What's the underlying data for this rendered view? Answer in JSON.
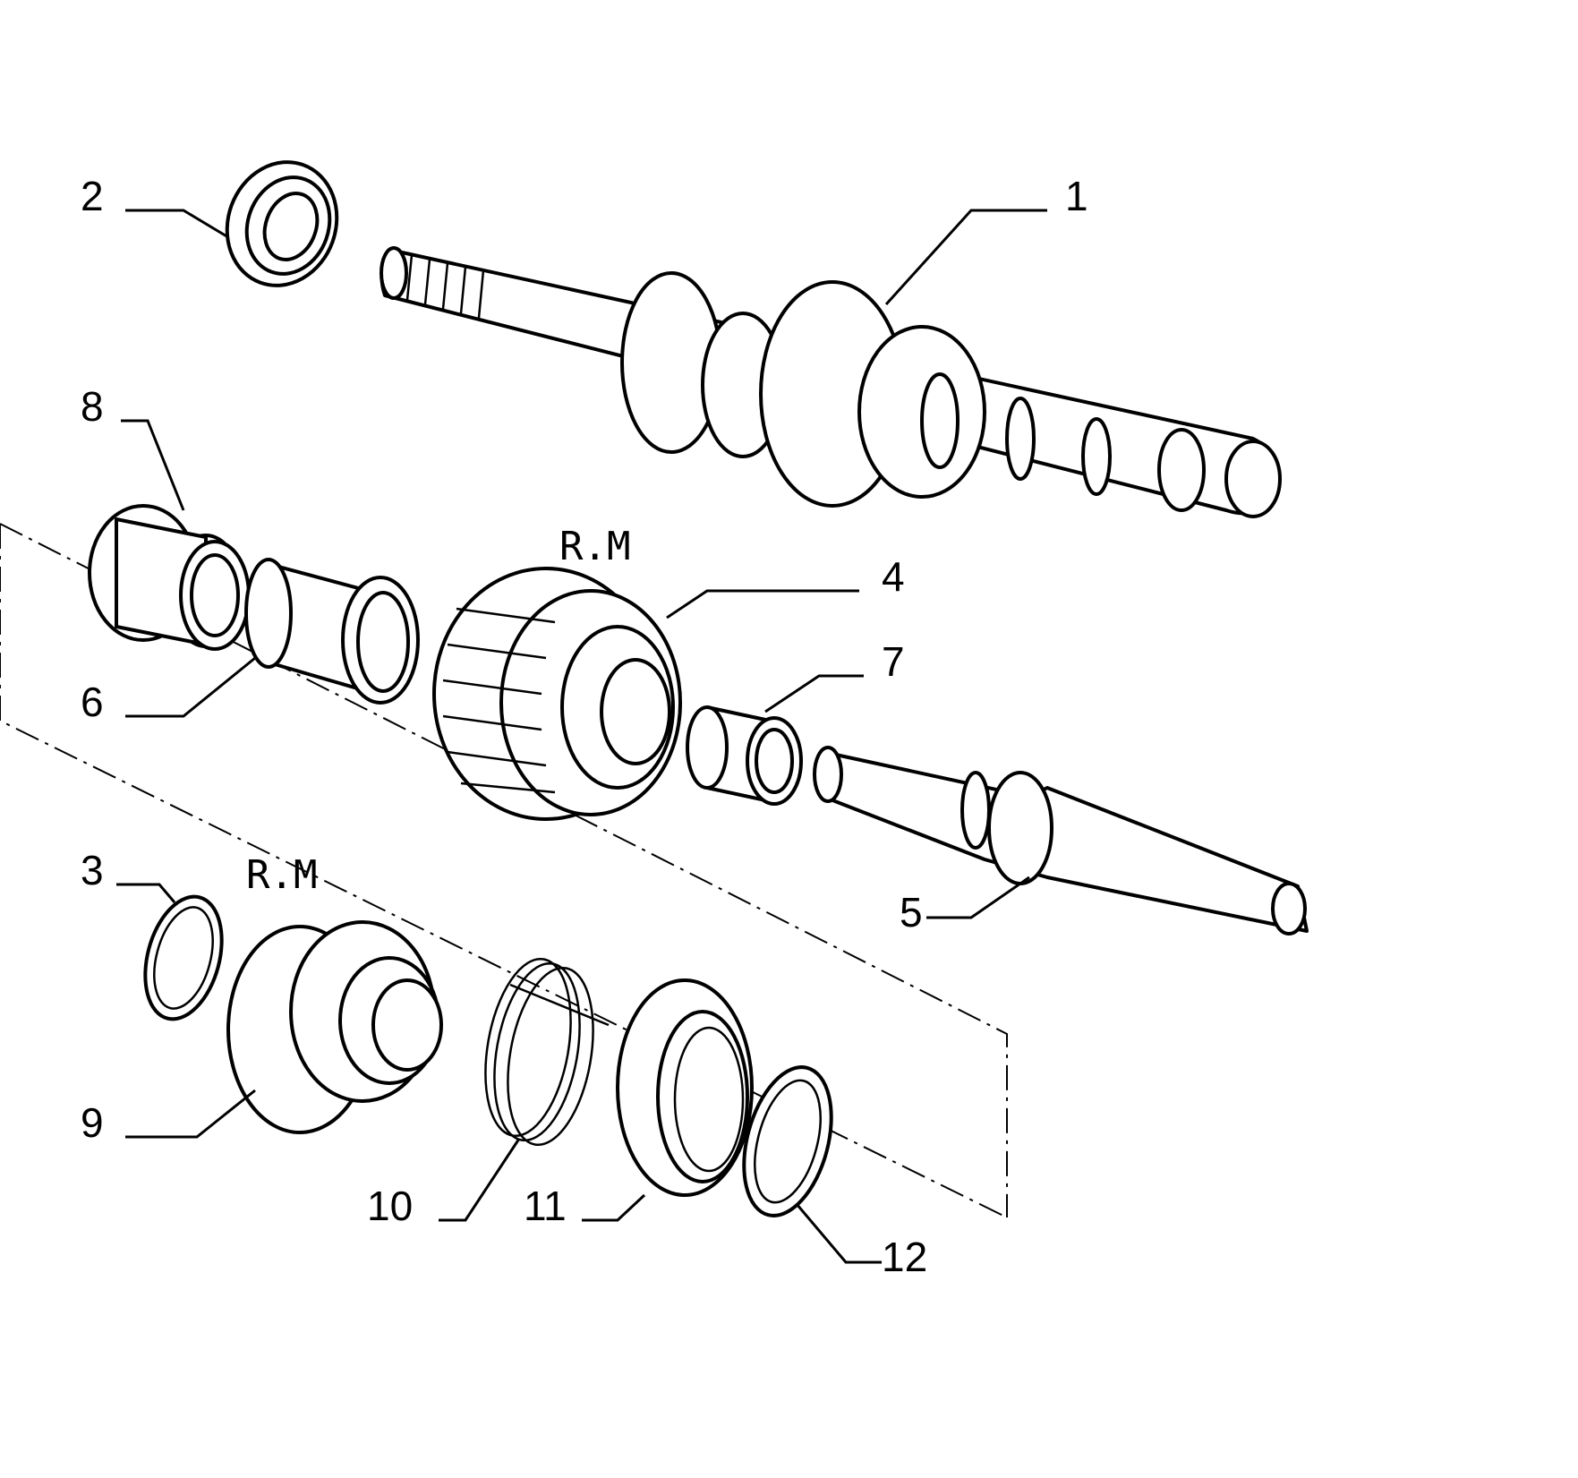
{
  "diagram": {
    "callouts": [
      {
        "id": "1",
        "label": "1"
      },
      {
        "id": "2",
        "label": "2"
      },
      {
        "id": "3",
        "label": "3"
      },
      {
        "id": "4",
        "label": "4"
      },
      {
        "id": "5",
        "label": "5"
      },
      {
        "id": "6",
        "label": "6"
      },
      {
        "id": "7",
        "label": "7"
      },
      {
        "id": "8",
        "label": "8"
      },
      {
        "id": "9",
        "label": "9"
      },
      {
        "id": "10",
        "label": "10"
      },
      {
        "id": "11",
        "label": "11"
      },
      {
        "id": "12",
        "label": "12"
      }
    ],
    "annotations": {
      "rm_upper": "R.M",
      "rm_lower": "R.M"
    }
  }
}
